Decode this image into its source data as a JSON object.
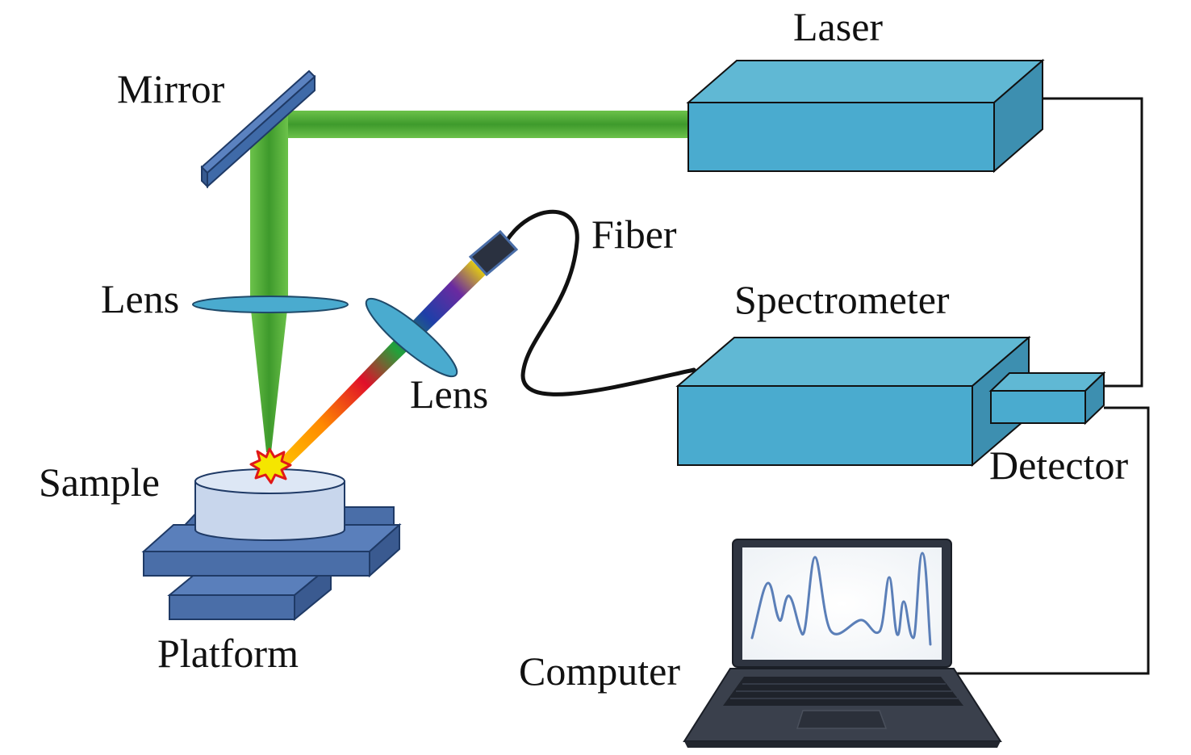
{
  "labels": {
    "laser": "Laser",
    "mirror": "Mirror",
    "lens_focus": "Lens",
    "lens_collect": "Lens",
    "fiber": "Fiber",
    "spectrometer": "Spectrometer",
    "detector": "Detector",
    "sample": "Sample",
    "platform": "Platform",
    "computer": "Computer"
  },
  "colors": {
    "device_front": "#4aabcf",
    "device_top": "#60b8d4",
    "device_side": "#3d8fb0",
    "beam_green": "#4caf3a",
    "platform": "#4a6ea8",
    "sample": "#c8d6ec",
    "wire": "#111111",
    "laptop": "#2e3440",
    "spectrum": "#5b7fb8"
  }
}
